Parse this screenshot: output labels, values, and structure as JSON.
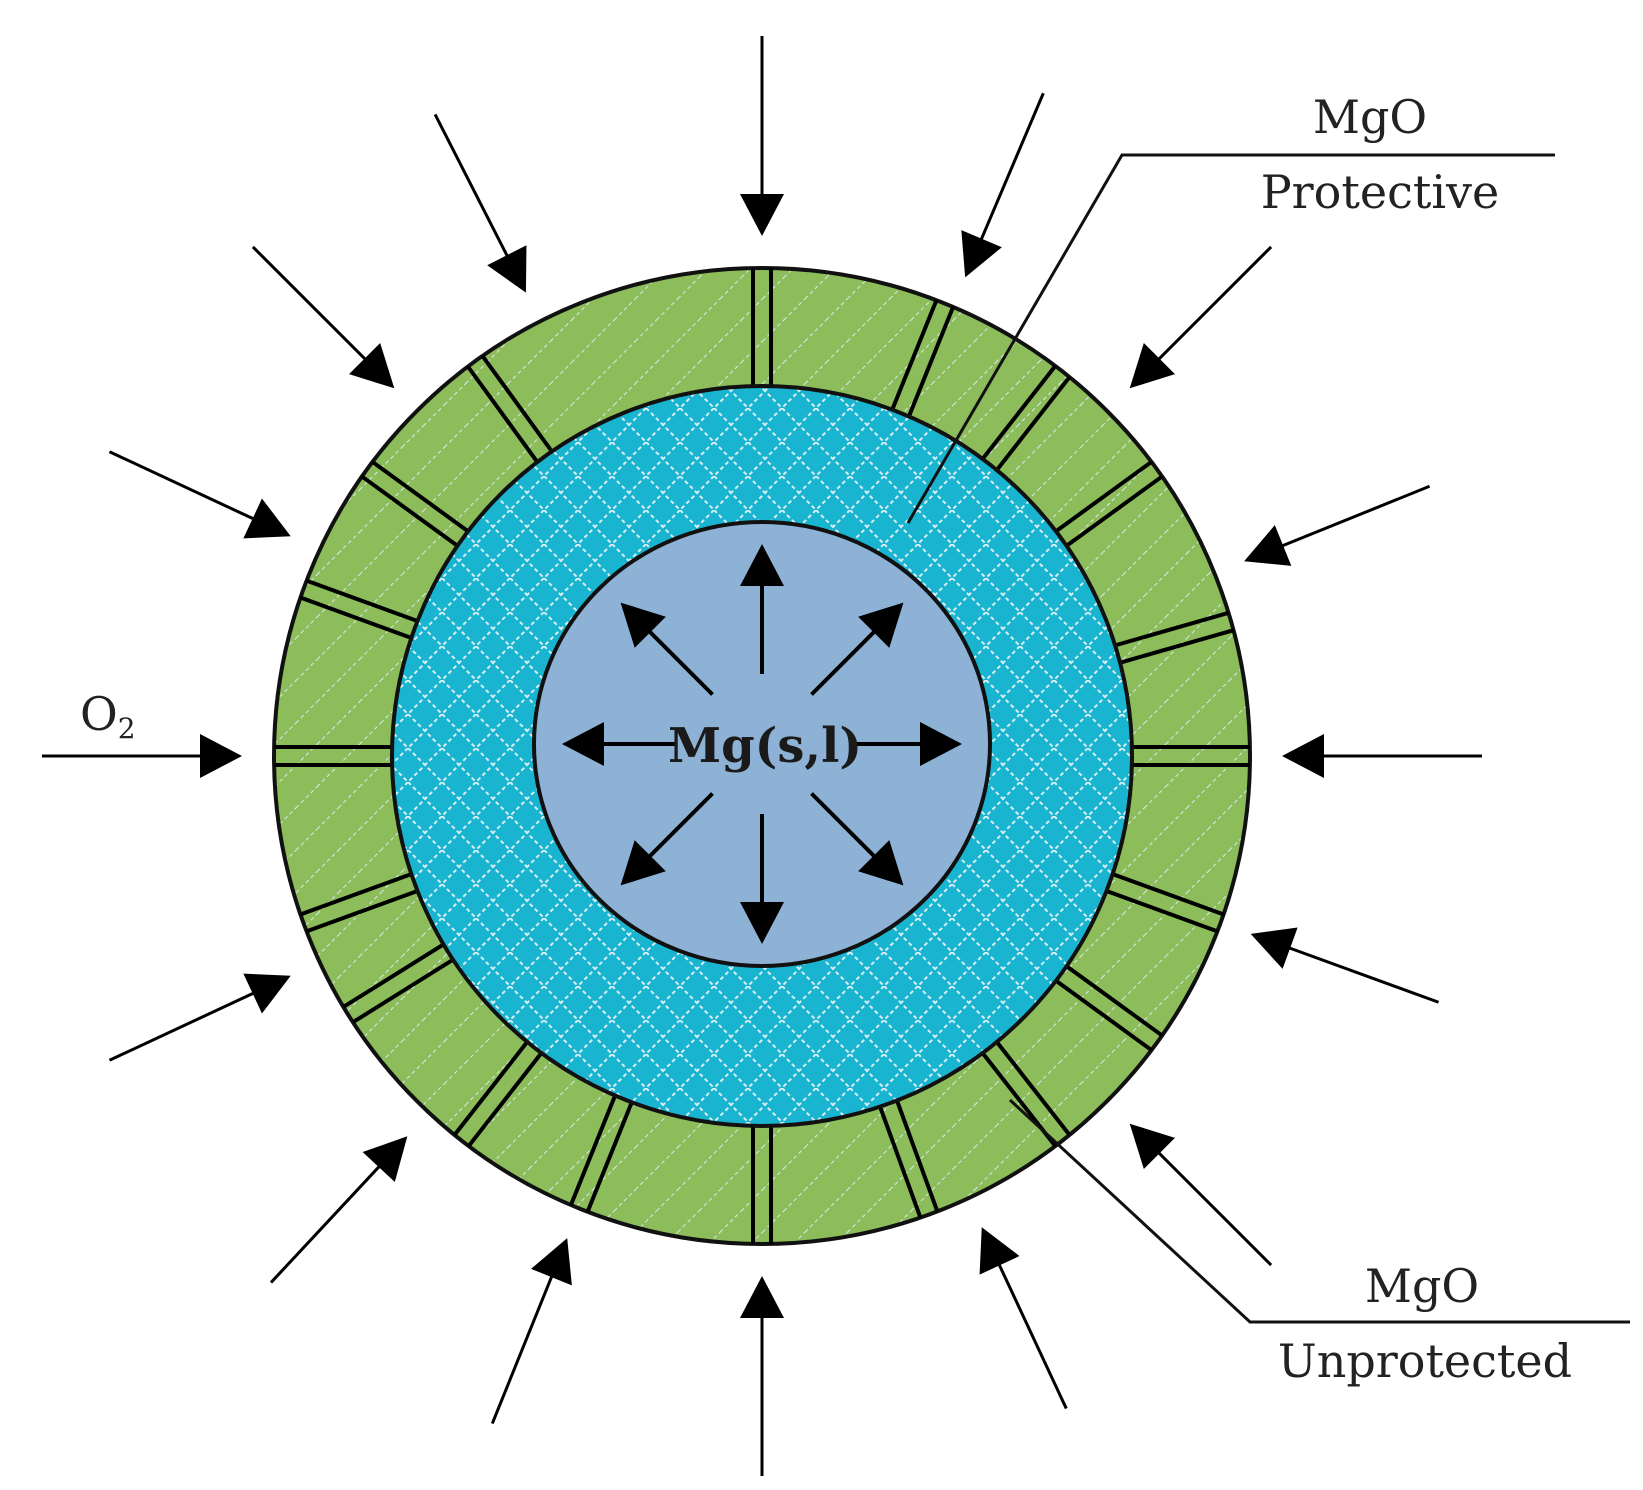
{
  "labels": {
    "protective_line1": "MgO",
    "protective_line2": "Protective",
    "unprotected_line1": "MgO",
    "unprotected_line2": "Unprotected",
    "oxygen": "O",
    "oxygen_sub": "2",
    "core": "Mg(s,l)"
  },
  "colors": {
    "outer_layer": "#8cbd5a",
    "protective_layer": "#19b5d0",
    "core": "#8eb2d6",
    "outline": "#111111",
    "hatch": "#d8e8ee"
  },
  "icons": {
    "inward_arrows": "oxygen-inward-arrow",
    "outward_arrows": "magnesium-outward-arrow"
  }
}
